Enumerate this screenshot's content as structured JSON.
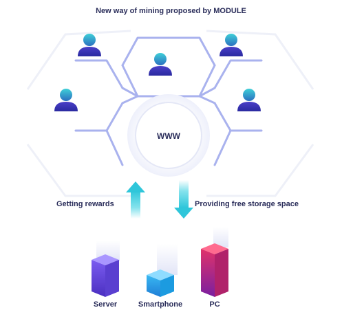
{
  "title": "New way of mining proposed by MODULE",
  "center_label": "WWW",
  "flows": {
    "left": "Getting rewards",
    "right": "Providing free storage space"
  },
  "devices": [
    {
      "label": "Server",
      "icon": "server-block-icon",
      "color": "#6a4fe0"
    },
    {
      "label": "Smartphone",
      "icon": "smartphone-block-icon",
      "color": "#2fa8e8"
    },
    {
      "label": "PC",
      "icon": "pc-block-icon",
      "color": "#d62f7a"
    }
  ],
  "users": [
    {
      "icon": "user-icon",
      "color": "#3a2fb0"
    },
    {
      "icon": "user-icon",
      "color": "#2ab8c9"
    }
  ],
  "colors": {
    "network_lines": "#a9b2ee",
    "text": "#2a2d5a",
    "arrow": "#33cfe0"
  }
}
